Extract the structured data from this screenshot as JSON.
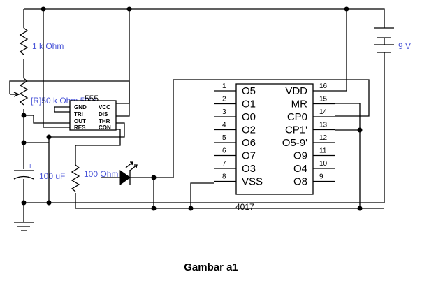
{
  "caption": "Gambar a1",
  "battery_label": "9 V",
  "resistor1_label": "1 k Ohm",
  "pot_label": "[R]50 k Ohm 50%",
  "cap_label": "100 uF",
  "resistor2_label": "100 Ohm",
  "cap_plus": "+",
  "ic555": {
    "title": "555",
    "left_pins": [
      "GND",
      "TRI",
      "OUT",
      "RES"
    ],
    "right_pins": [
      "VCC",
      "DIS",
      "THR",
      "CON"
    ]
  },
  "ic4017": {
    "title": "4017",
    "left_pins": [
      {
        "num": "1",
        "name": "O5"
      },
      {
        "num": "2",
        "name": "O1"
      },
      {
        "num": "3",
        "name": "O0"
      },
      {
        "num": "4",
        "name": "O2"
      },
      {
        "num": "5",
        "name": "O6"
      },
      {
        "num": "6",
        "name": "O7"
      },
      {
        "num": "7",
        "name": "O3"
      },
      {
        "num": "8",
        "name": "VSS"
      }
    ],
    "right_pins": [
      {
        "num": "16",
        "name": "VDD"
      },
      {
        "num": "15",
        "name": "MR"
      },
      {
        "num": "14",
        "name": "CP0"
      },
      {
        "num": "13",
        "name": "CP1'"
      },
      {
        "num": "12",
        "name": "O5-9'"
      },
      {
        "num": "11",
        "name": "O9"
      },
      {
        "num": "10",
        "name": "O4"
      },
      {
        "num": "9",
        "name": "O8"
      }
    ]
  }
}
